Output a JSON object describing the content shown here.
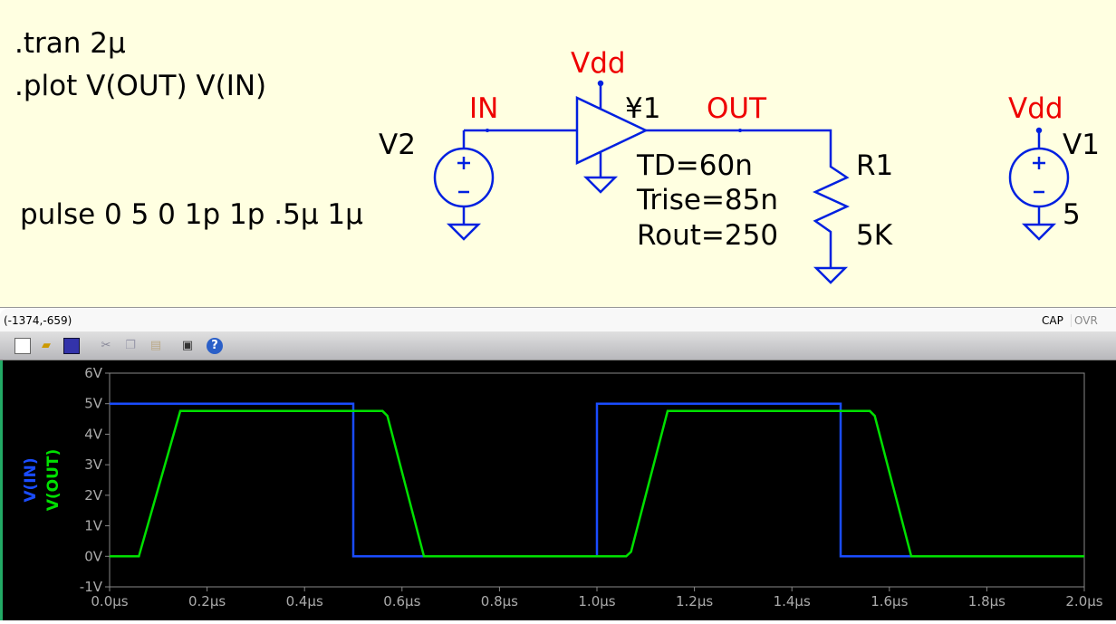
{
  "schematic": {
    "directives": [
      ".tran 2μ",
      ".plot V(OUT) V(IN)"
    ],
    "v2": {
      "name": "V2",
      "value": "pulse 0 5 0 1p 1p .5μ 1μ"
    },
    "v1": {
      "name": "V1",
      "value": "5",
      "net": "Vdd"
    },
    "u1": {
      "name": "¥1",
      "net_top": "Vdd",
      "params": [
        "TD=60n",
        "Trise=85n",
        "Rout=250"
      ]
    },
    "r1": {
      "name": "R1",
      "value": "5K"
    },
    "nets": {
      "in": "IN",
      "out": "OUT"
    }
  },
  "status": {
    "coords": "(-1374,-659)",
    "cap": "CAP",
    "ovr": "OVR"
  },
  "toolbar": [
    "new-icon",
    "open-icon",
    "save-icon",
    "cut-icon",
    "copy-icon",
    "paste-icon",
    "print-icon",
    "help-icon"
  ],
  "chart_data": {
    "type": "line",
    "xlim": [
      0,
      2
    ],
    "ylim": [
      -1,
      6
    ],
    "xticks": [
      "0.0μs",
      "0.2μs",
      "0.4μs",
      "0.6μs",
      "0.8μs",
      "1.0μs",
      "1.2μs",
      "1.4μs",
      "1.6μs",
      "1.8μs",
      "2.0μs"
    ],
    "yticks": [
      "-1V",
      "0V",
      "1V",
      "2V",
      "3V",
      "4V",
      "5V",
      "6V"
    ],
    "series": [
      {
        "name": "V(IN)",
        "color": "#1a4cff",
        "points": [
          [
            0,
            5
          ],
          [
            0.5,
            5
          ],
          [
            0.5,
            0
          ],
          [
            1.0,
            0
          ],
          [
            1.0,
            5
          ],
          [
            1.5,
            5
          ],
          [
            1.5,
            0
          ],
          [
            2.0,
            0
          ]
        ]
      },
      {
        "name": "V(OUT)",
        "color": "#00e000",
        "points": [
          [
            0,
            0
          ],
          [
            0.06,
            0
          ],
          [
            0.145,
            4.76
          ],
          [
            0.56,
            4.76
          ],
          [
            0.57,
            4.6
          ],
          [
            0.645,
            0
          ],
          [
            1.06,
            0
          ],
          [
            1.07,
            0.15
          ],
          [
            1.145,
            4.76
          ],
          [
            1.56,
            4.76
          ],
          [
            1.57,
            4.6
          ],
          [
            1.645,
            0
          ],
          [
            2.0,
            0
          ]
        ]
      }
    ]
  }
}
